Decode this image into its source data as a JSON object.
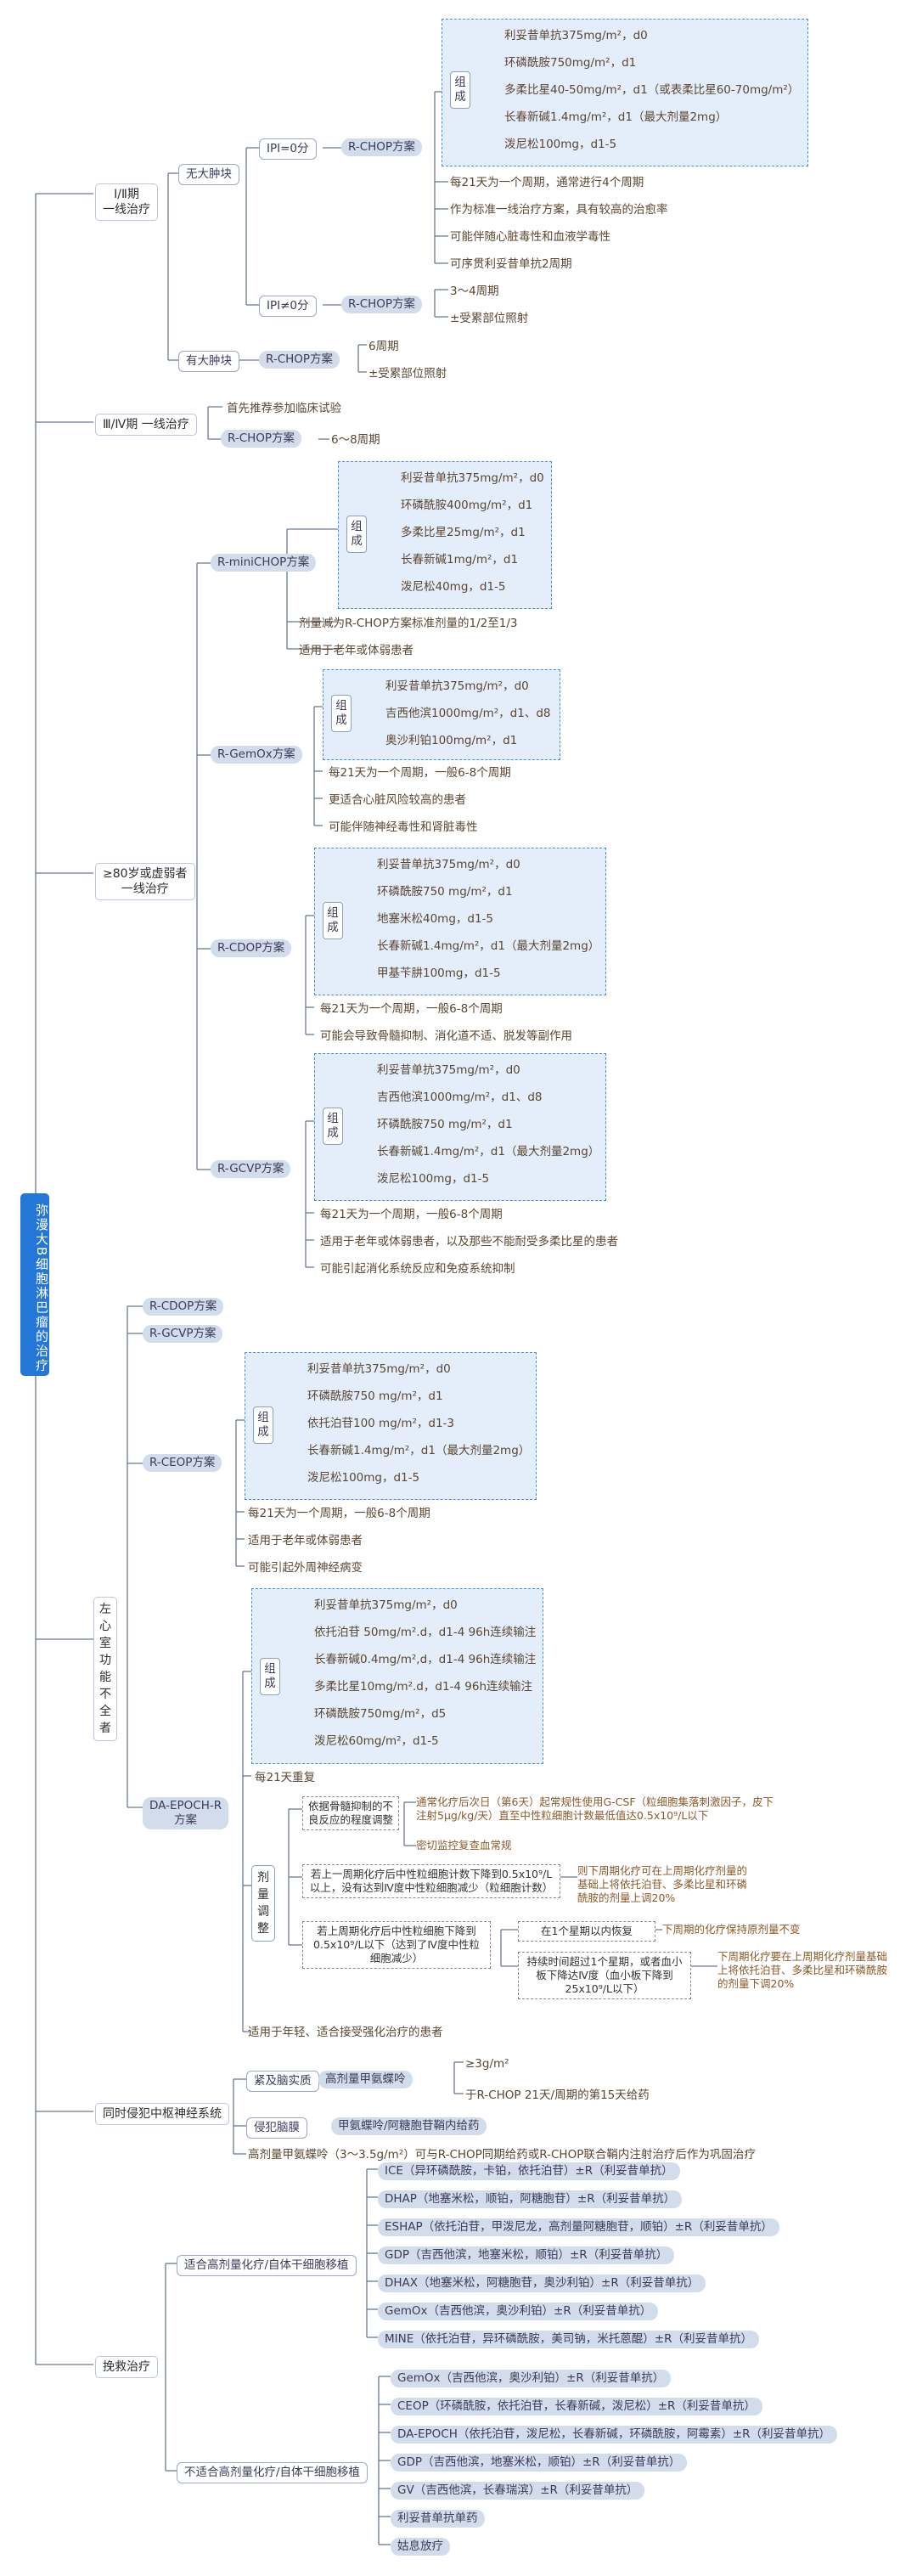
{
  "root": "弥漫大B细胞淋巴瘤的治疗",
  "s1": {
    "title": "Ⅰ/Ⅱ期\n一线治疗",
    "no_bulk": "无大肿块",
    "ipi0": "IPI=0分",
    "ipi0_regimen": "R-CHOP方案",
    "zucheng": "组成",
    "g1": [
      "利妥昔单抗375mg/m²，d0",
      "环磷酰胺750mg/m²，d1",
      "多柔比星40-50mg/m²，d1（或表柔比星60-70mg/m²）",
      "长春新碱1.4mg/m²，d1（最大剂量2mg）",
      "泼尼松100mg，d1-5"
    ],
    "ipi0_notes": [
      "每21天为一个周期，通常进行4个周期",
      "作为标准一线治疗方案，具有较高的治愈率",
      "可能伴随心脏毒性和血液学毒性",
      "可序贯利妥昔单抗2周期"
    ],
    "ipi1": "IPI≠0分",
    "ipi1_regimen": "R-CHOP方案",
    "ipi1_notes": [
      "3～4周期",
      "±受累部位照射"
    ],
    "bulk": "有大肿块",
    "bulk_regimen": "R-CHOP方案",
    "bulk_notes": [
      "6周期",
      "±受累部位照射"
    ]
  },
  "s2": {
    "title": "Ⅲ/Ⅳ期 一线治疗",
    "trial": "首先推荐参加临床试验",
    "regimen": "R-CHOP方案",
    "cycles": "6～8周期"
  },
  "s3": {
    "title": "≥80岁或虚弱者\n一线治疗",
    "mini": "R-miniCHOP方案",
    "mini_items": [
      "利妥昔单抗375mg/m²，d0",
      "环磷酰胺400mg/m²，d1",
      "多柔比星25mg/m²，d1",
      "长春新碱1mg/m²，d1",
      "泼尼松40mg，d1-5"
    ],
    "mini_notes": [
      "剂量减为R-CHOP方案标准剂量的1/2至1/3",
      "适用于老年或体弱患者"
    ],
    "gemox": "R-GemOx方案",
    "gemox_items": [
      "利妥昔单抗375mg/m²，d0",
      "吉西他滨1000mg/m²，d1、d8",
      "奥沙利铂100mg/m²，d1"
    ],
    "gemox_notes": [
      "每21天为一个周期，一般6-8个周期",
      "更适合心脏风险较高的患者",
      "可能伴随神经毒性和肾脏毒性"
    ],
    "cdop": "R-CDOP方案",
    "cdop_items": [
      "利妥昔单抗375mg/m²，d0",
      "环磷酰胺750 mg/m²，d1",
      "地塞米松40mg，d1-5",
      "长春新碱1.4mg/m²，d1（最大剂量2mg）",
      "甲基苄肼100mg，d1-5"
    ],
    "cdop_notes": [
      "每21天为一个周期，一般6-8个周期",
      "可能会导致骨髓抑制、消化道不适、脱发等副作用"
    ],
    "gcvp": "R-GCVP方案",
    "gcvp_items": [
      "利妥昔单抗375mg/m²，d0",
      "吉西他滨1000mg/m²，d1、d8",
      "环磷酰胺750 mg/m²，d1",
      "长春新碱1.4mg/m²，d1（最大剂量2mg）",
      "泼尼松100mg，d1-5"
    ],
    "gcvp_notes": [
      "每21天为一个周期，一般6-8个周期",
      "适用于老年或体弱患者，以及那些不能耐受多柔比星的患者",
      "可能引起消化系统反应和免疫系统抑制"
    ]
  },
  "s4": {
    "title": "左心室功能不全者",
    "cdop": "R-CDOP方案",
    "gcvp": "R-GCVP方案",
    "ceop": "R-CEOP方案",
    "ceop_items": [
      "利妥昔单抗375mg/m²，d0",
      "环磷酰胺750 mg/m²，d1",
      "依托泊苷100 mg/m²，d1-3",
      "长春新碱1.4mg/m²，d1（最大剂量2mg）",
      "泼尼松100mg，d1-5"
    ],
    "ceop_notes": [
      "每21天为一个周期，一般6-8个周期",
      "适用于老年或体弱患者",
      "可能引起外周神经病变"
    ],
    "epoch": "DA-EPOCH-R\n方案",
    "epoch_items": [
      "利妥昔单抗375mg/m²，d0",
      "依托泊苷 50mg/m².d，d1-4 96h连续输注",
      "长春新碱0.4mg/m²,d，d1-4 96h连续输注",
      "多柔比星10mg/m².d，d1-4 96h连续输注",
      "环磷酰胺750mg/m²，d5",
      "泼尼松60mg/m²，d1-5"
    ],
    "repeat": "每21天重复",
    "adjust": "剂量调整",
    "a1": "依据骨髓抑制的不良反应的程度调整",
    "a1_n1": "通常化疗后次日（第6天）起常规性使用G-CSF（粒细胞集落刺激因子，皮下注射5μg/kg/天）直至中性粒细胞计数最低值达0.5x10⁹/L以下",
    "a1_n2": "密切监控复查血常规",
    "a2": "若上一周期化疗后中性粒细胞计数下降到0.5x10⁹/L以上，没有达到Ⅳ度中性粒细胞减少（粒细胞计数）",
    "a2_n": "则下周期化疗可在上周期化疗剂量的基础上将依托泊苷、多柔比星和环磷酰胺的剂量上调20%",
    "a3": "若上周期化疗后中性粒细胞下降到0.5x10⁹/L以下（达到了Ⅳ度中性粒细胞减少）",
    "a3_b1": "在1个星期以内恢复",
    "a3_b1_n": "下周期的化疗保持原剂量不变",
    "a3_b2": "持续时间超过1个星期，或者血小板下降达Ⅳ度（血小板下降到25x10⁹/L以下）",
    "a3_b2_n": "下周期化疗要在上周期化疗剂量基础上将依托泊苷、多柔比星和环磷酰胺的剂量下调20%",
    "fit": "适用于年轻、适合接受强化治疗的患者"
  },
  "s5": {
    "title": "同时侵犯中枢神经系统",
    "c1": "紧及脑实质",
    "c1_drug": "高剂量甲氨蝶呤",
    "c1_notes": [
      "≥3g/m²",
      "于R-CHOP 21天/周期的第15天给药"
    ],
    "c2": "侵犯脑膜",
    "c2_drug": "甲氨蝶呤/阿糖胞苷鞘内给药",
    "extra": "高剂量甲氨蝶呤（3～3.5g/m²）可与R-CHOP同期给药或R-CHOP联合鞘内注射治疗后作为巩固治疗"
  },
  "s6": {
    "title": "挽救治疗",
    "fit_hd": "适合高剂量化疗/自体干细胞移植",
    "fit_list": [
      "ICE（异环磷酰胺，卡铂，依托泊苷）±R（利妥昔单抗）",
      "DHAP（地塞米松，顺铂，阿糖胞苷）±R（利妥昔单抗）",
      "ESHAP（依托泊苷，甲泼尼龙，高剂量阿糖胞苷，顺铂）±R（利妥昔单抗）",
      "GDP（吉西他滨，地塞米松，顺铂）±R（利妥昔单抗）",
      "DHAX（地塞米松，阿糖胞苷，奥沙利铂）±R（利妥昔单抗）",
      "GemOx（吉西他滨，奥沙利铂）±R（利妥昔单抗）",
      "MINE（依托泊苷，异环磷酰胺，美司钠，米托蒽醌）±R（利妥昔单抗）"
    ],
    "unfit_hd": "不适合高剂量化疗/自体干细胞移植",
    "unfit_list": [
      "GemOx（吉西他滨，奥沙利铂）±R（利妥昔单抗）",
      "CEOP（环磷酰胺，依托泊苷，长春新碱，泼尼松）±R（利妥昔单抗）",
      "DA-EPOCH（依托泊苷，泼尼松，长春新碱，环磷酰胺，阿霉素）±R（利妥昔单抗）",
      "GDP（吉西他滨，地塞米松，顺铂）±R（利妥昔单抗）",
      "GV（吉西他滨，长春瑞滨）±R（利妥昔单抗）",
      "利妥昔单抗单药",
      "姑息放疗"
    ]
  }
}
